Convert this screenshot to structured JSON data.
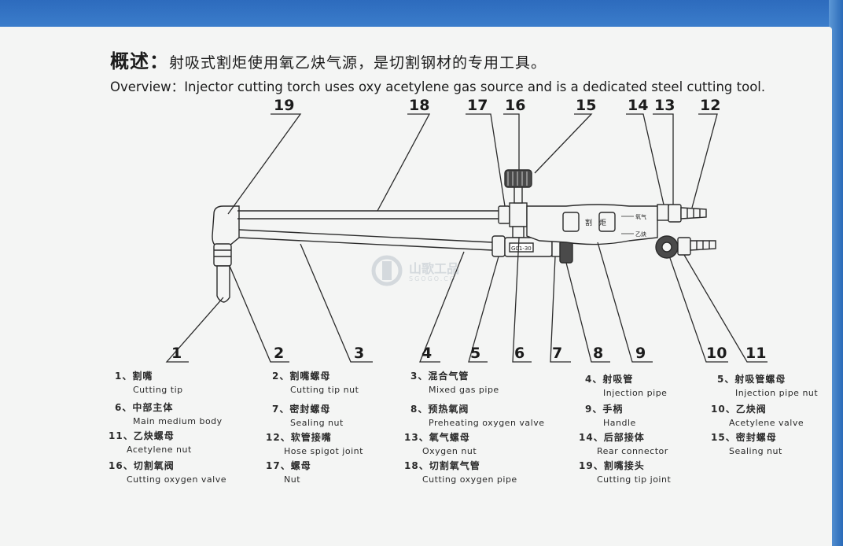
{
  "header": {
    "title_cn_lead": "概述：",
    "title_cn": "射吸式割炬使用氧乙炔气源，是切割钢材的专用工具。",
    "title_en_lead": "Overview：",
    "title_en": "Injector cutting torch uses oxy acetylene gas source and is a dedicated steel cutting tool."
  },
  "diagram": {
    "callouts": [
      "1",
      "2",
      "3",
      "4",
      "5",
      "6",
      "7",
      "8",
      "9",
      "10",
      "11",
      "12",
      "13",
      "14",
      "15",
      "16",
      "17",
      "18",
      "19"
    ],
    "handle_label": "割　炬",
    "tag_label": "G01-30",
    "oxygen_arrow_label": "氧气",
    "acetylene_arrow_label": "乙炔"
  },
  "watermark": {
    "text": "山歌工品",
    "sub": "SGOGO.CO"
  },
  "legend": [
    {
      "num": "1",
      "cn": "割嘴",
      "en": "Cutting tip"
    },
    {
      "num": "2",
      "cn": "割嘴螺母",
      "en": "Cutting tip nut"
    },
    {
      "num": "3",
      "cn": "混合气管",
      "en": "Mixed gas pipe"
    },
    {
      "num": "4",
      "cn": "射吸管",
      "en": "Injection pipe"
    },
    {
      "num": "5",
      "cn": "射吸管螺母",
      "en": "Injection pipe nut"
    },
    {
      "num": "6",
      "cn": "中部主体",
      "en": "Main medium body"
    },
    {
      "num": "7",
      "cn": "密封螺母",
      "en": "Sealing nut"
    },
    {
      "num": "8",
      "cn": "预热氧阀",
      "en": "Preheating oxygen valve"
    },
    {
      "num": "9",
      "cn": "手柄",
      "en": "Handle"
    },
    {
      "num": "10",
      "cn": "乙炔阀",
      "en": "Acetylene valve"
    },
    {
      "num": "11",
      "cn": "乙炔螺母",
      "en": "Acetylene nut"
    },
    {
      "num": "12",
      "cn": "软管接嘴",
      "en": "Hose spigot joint"
    },
    {
      "num": "13",
      "cn": "氧气螺母",
      "en": "Oxygen nut"
    },
    {
      "num": "14",
      "cn": "后部接体",
      "en": "Rear connector"
    },
    {
      "num": "15",
      "cn": "密封螺母",
      "en": "Sealing nut"
    },
    {
      "num": "16",
      "cn": "切割氧阀",
      "en": "Cutting oxygen valve"
    },
    {
      "num": "17",
      "cn": "螺母",
      "en": "Nut"
    },
    {
      "num": "18",
      "cn": "切割氧气管",
      "en": "Cutting oxygen pipe"
    },
    {
      "num": "19",
      "cn": "割嘴接头",
      "en": "Cutting tip joint"
    }
  ]
}
